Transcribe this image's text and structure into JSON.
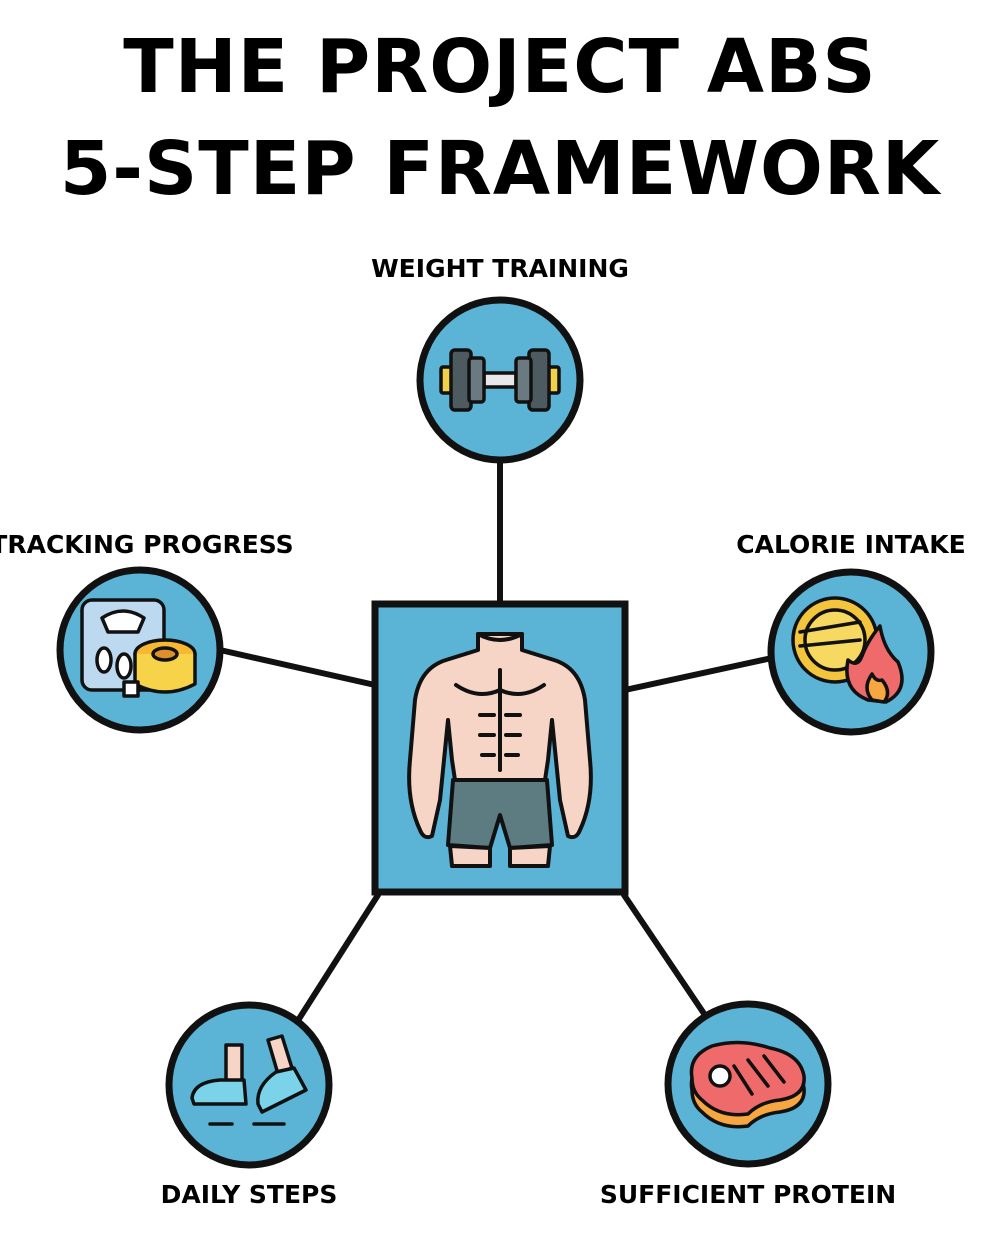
{
  "title": {
    "line1": "THE PROJECT ABS",
    "line2": "5-STEP FRAMEWORK"
  },
  "nodes": {
    "weight_training": {
      "label": "WEIGHT TRAINING",
      "icon": "dumbbell-icon"
    },
    "tracking_progress": {
      "label": "TRACKING PROGRESS",
      "icon": "scale-tape-measure-icon"
    },
    "calorie_intake": {
      "label": "CALORIE INTAKE",
      "icon": "plate-flame-icon"
    },
    "daily_steps": {
      "label": "DAILY STEPS",
      "icon": "sneakers-icon"
    },
    "sufficient_protein": {
      "label": "SUFFICIENT PROTEIN",
      "icon": "steak-icon"
    },
    "center": {
      "icon": "muscular-torso-icon"
    }
  },
  "colors": {
    "circle_fill": "#5bb4d6",
    "outline": "#111111",
    "skin": "#f6d5c6",
    "shorts": "#5c7c82"
  }
}
